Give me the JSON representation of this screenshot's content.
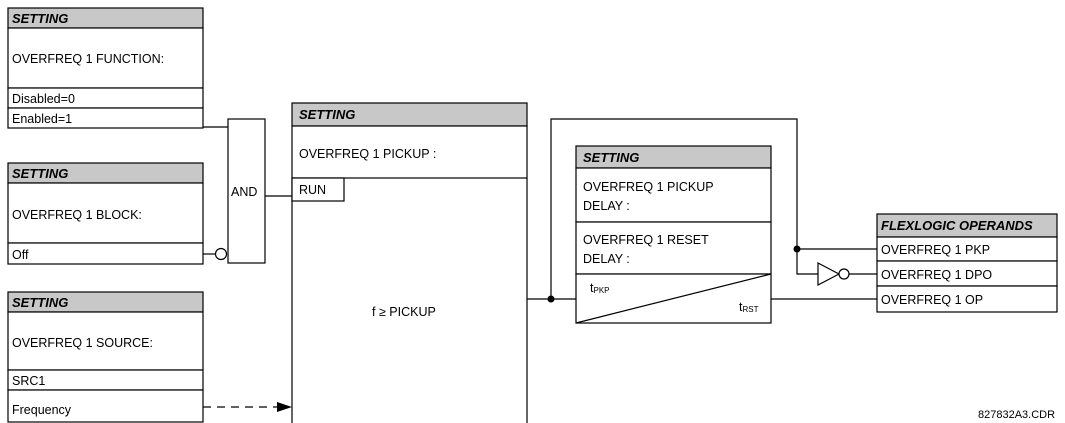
{
  "blocks": {
    "function": {
      "header": "SETTING",
      "title": "OVERFREQ 1 FUNCTION:",
      "options": [
        "Disabled=0",
        "Enabled=1"
      ]
    },
    "block": {
      "header": "SETTING",
      "title": "OVERFREQ 1 BLOCK:",
      "value": "Off"
    },
    "source": {
      "header": "SETTING",
      "title": "OVERFREQ 1 SOURCE:",
      "rows": [
        "SRC1",
        "Frequency"
      ]
    },
    "pickup": {
      "header": "SETTING",
      "title": "OVERFREQ 1 PICKUP :",
      "run": "RUN",
      "condition": "f ≥ PICKUP"
    },
    "delay": {
      "header": "SETTING",
      "pickup_delay": [
        "OVERFREQ 1 PICKUP",
        "DELAY :"
      ],
      "reset_delay": [
        "OVERFREQ 1 RESET",
        "DELAY :"
      ],
      "tpkp_main": "t",
      "tpkp_sub": "PKP",
      "trst_main": "t",
      "trst_sub": "RST"
    },
    "operands": {
      "header": "FLEXLOGIC OPERANDS",
      "items": [
        "OVERFREQ 1 PKP",
        "OVERFREQ 1 DPO",
        "OVERFREQ 1 OP"
      ]
    }
  },
  "gate_label": "AND",
  "figure_id": "827832A3.CDR"
}
